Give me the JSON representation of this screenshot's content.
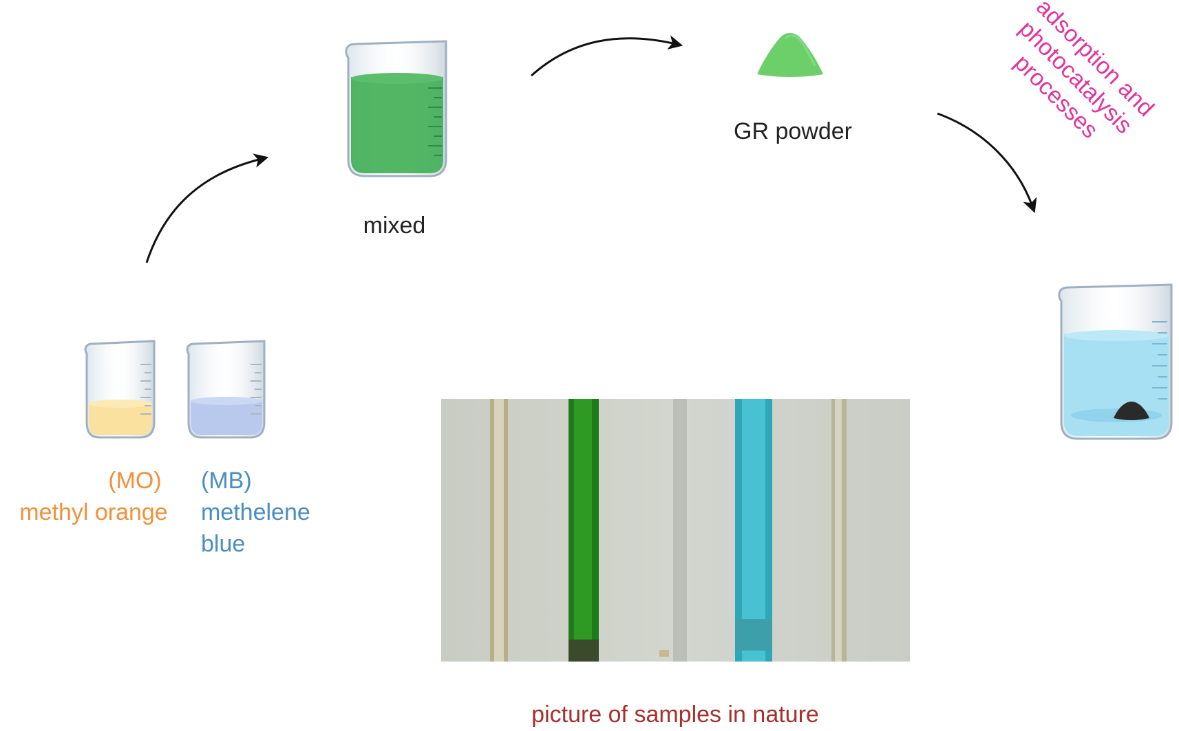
{
  "labels": {
    "mo_abbrev": "(MO)",
    "mo_name": "methyl orange",
    "mb_abbrev": "(MB)",
    "mb_name_line1": "methelene",
    "mb_name_line2": "blue",
    "mixed": "mixed",
    "gr_powder": "GR powder",
    "process_line1": "adsorption and",
    "process_line2": "photocatalysis",
    "process_line3": "processes",
    "photo_caption": "picture of samples in nature"
  },
  "colors": {
    "orange_text": "#f0913a",
    "blue_text": "#4a8dc2",
    "magenta_text": "#e0359b",
    "caption_text": "#a5302c",
    "dark_text": "#222222",
    "orange_liquid": "#fbe19f",
    "blue_liquid": "#b9c9ee",
    "green_liquid": "#3fae54",
    "green_powder": "#6ccf6a",
    "cyan_liquid": "#a8e0f3",
    "black_powder": "#2a2a2a",
    "arrow": "#111111"
  },
  "icons": {
    "beaker": "beaker-icon",
    "powder": "powder-pile-icon",
    "arrow": "curved-arrow-icon"
  }
}
